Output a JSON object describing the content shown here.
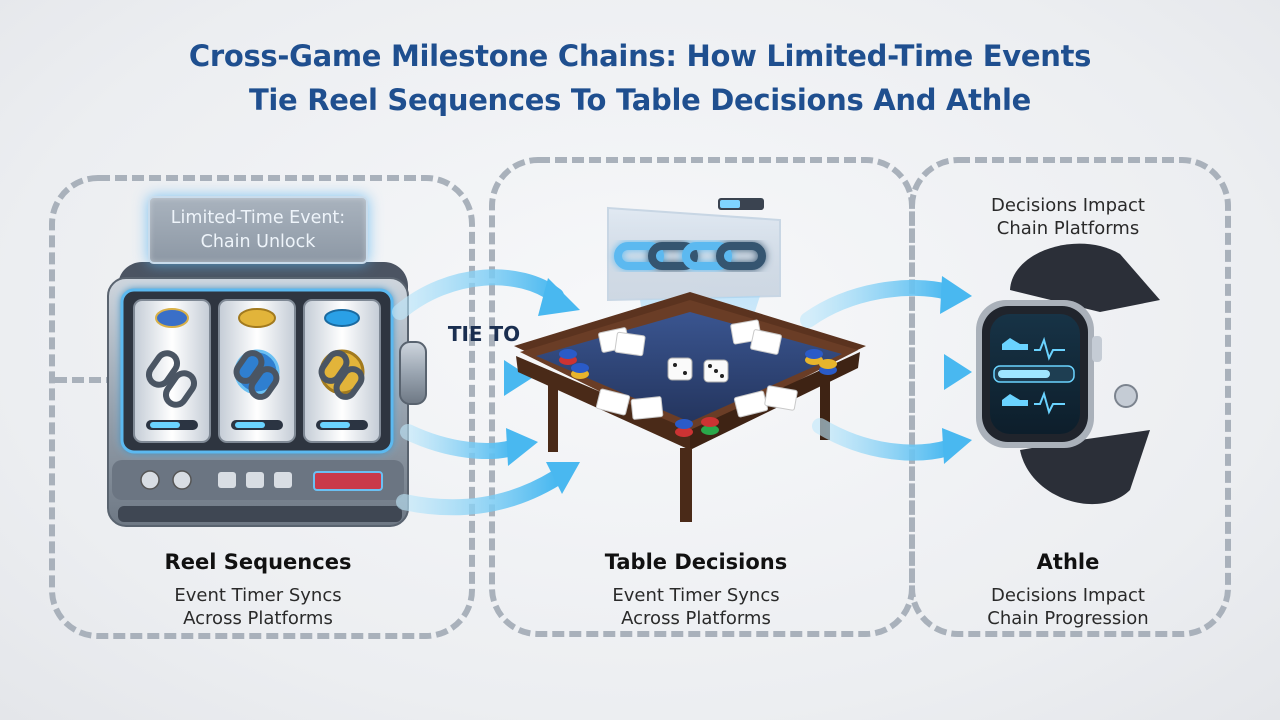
{
  "title": {
    "line1": "Cross-Game Milestone Chains: How Limited-Time Events",
    "line2": "Tie Reel Sequences To Table Decisions And Athle"
  },
  "event_badge": {
    "line1": "Limited-Time Event:",
    "line2": "Chain Unlock"
  },
  "connector_label": "TIE TO",
  "panels": [
    {
      "heading": "Reel Sequences",
      "sub1": "Event Timer Syncs",
      "sub2": "Across Platforms"
    },
    {
      "heading": "Table Decisions",
      "sub1": "Event Timer Syncs",
      "sub2": "Across Platforms"
    },
    {
      "heading": "Athle",
      "sub1": "Decisions Impact",
      "sub2": "Chain Progression"
    }
  ],
  "top_right_note": {
    "line1": "Decisions Impact",
    "line2": "Chain Platforms"
  },
  "colors": {
    "title": "#1f4f8f",
    "arrow": "#5fc4f2",
    "chain": "#a8b0ba",
    "table_felt": "#2f4476",
    "table_wood": "#6a3d26",
    "watch_body": "#2b2f38",
    "glow": "#49b8f0"
  },
  "icons": {
    "slot_machine": "slot-machine-icon",
    "card_table": "card-table-icon",
    "smartwatch": "smartwatch-icon",
    "chain": "chain-link-icon",
    "arrow": "flow-arrow-icon"
  }
}
